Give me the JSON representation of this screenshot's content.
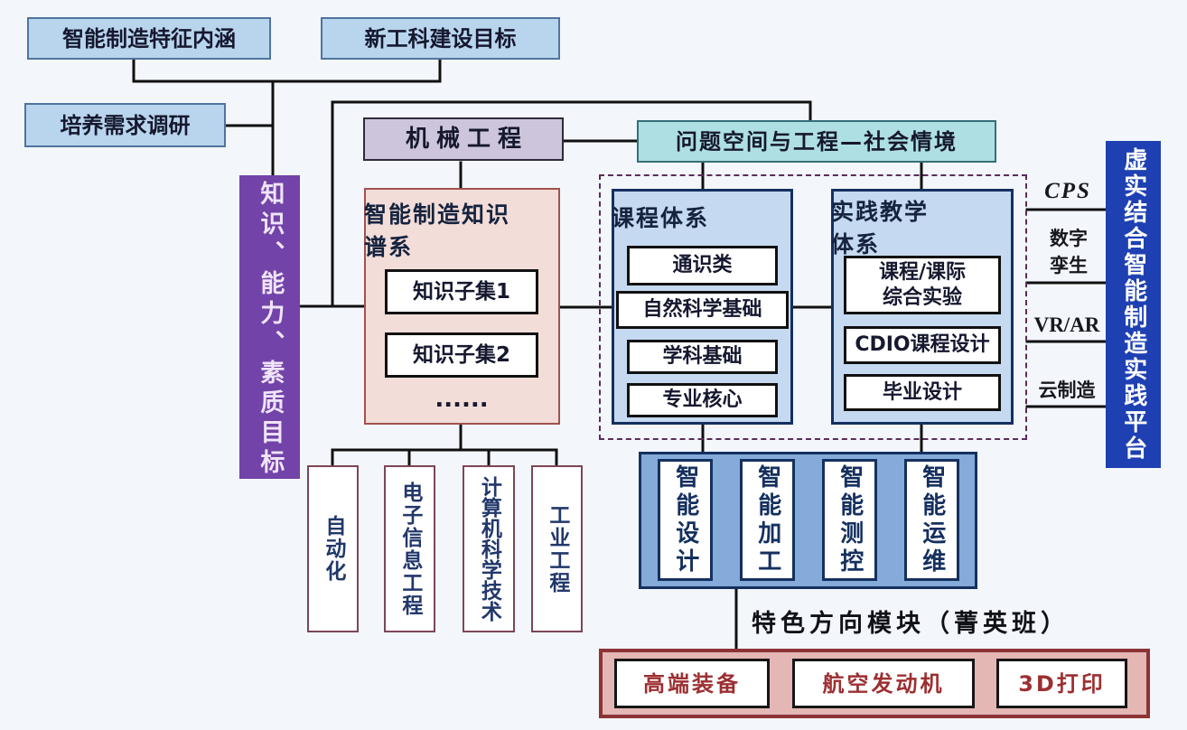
{
  "top": {
    "feature": "智能制造特征内涵",
    "new_engineering": "新工科建设目标",
    "survey": "培养需求调研"
  },
  "goal": "知识、能力、素质目标",
  "mechanical": "机械工程",
  "problem_space": "问题空间与工程—社会情境",
  "knowledge": {
    "title": "智能制造知识\n谱系",
    "subset1": "知识子集1",
    "subset2": "知识子集2",
    "dots": "......"
  },
  "course_system": {
    "title": "课程体系",
    "items": [
      "通识类",
      "自然科学基础",
      "学科基础",
      "专业核心"
    ]
  },
  "practice_system": {
    "title": "实践教学\n体系",
    "item1": "课程/课际\n综合实验",
    "item2": "CDIO课程设计",
    "item3": "毕业设计"
  },
  "tech": {
    "cps": "CPS",
    "digital_twin": "数字\n孪生",
    "vrar": "VR/AR",
    "cloud": "云制造"
  },
  "platform": "虚实结合智能制造实践平台",
  "majors": [
    "自动化",
    "电子信息工程",
    "计算机科学技术",
    "工业工程"
  ],
  "modules": [
    "智能设计",
    "智能加工",
    "智能测控",
    "智能运维"
  ],
  "elite": {
    "label": "特色方向模块（菁英班）",
    "items": [
      "高端装备",
      "航空发动机",
      "3D打印"
    ]
  },
  "colors": {
    "accent_blue": "#1e40b2",
    "accent_purple": "#7243a8",
    "node_blue": "#b9d5ee",
    "node_teal": "#aedfe2",
    "node_pink": "#f3ddd8",
    "container_blue": "#84abda",
    "container_pink": "#e4b6b4",
    "dashed_border": "#5b2c5e"
  }
}
